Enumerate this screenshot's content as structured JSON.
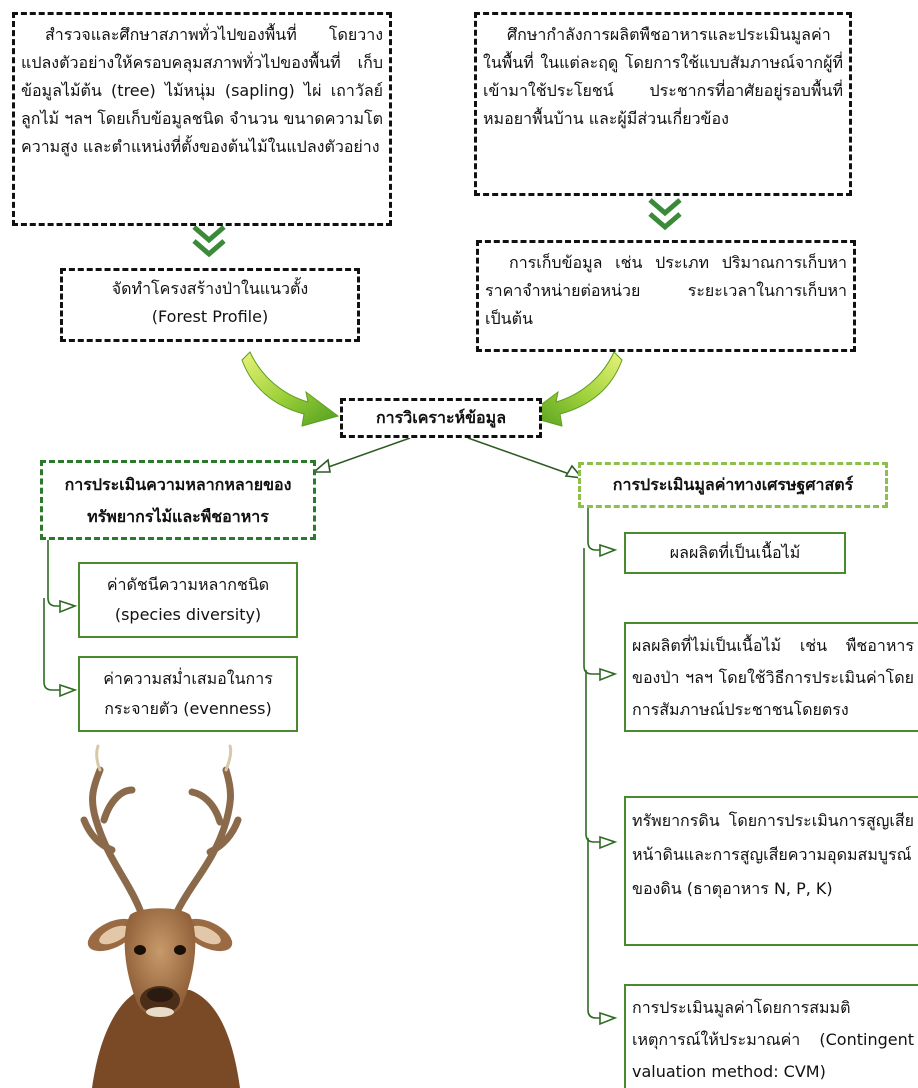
{
  "boxes": {
    "survey": "สำรวจและศึกษาสภาพทั่วไปของพื้นที่ โดยวางแปลงตัวอย่างให้ครอบคลุมสภาพทั่วไปของพื้นที่ เก็บข้อมูลไม้ต้น (tree) ไม้หนุ่ม (sapling) ไผ่ เถาวัลย์ ลูกไม้ ฯลฯ โดยเก็บข้อมูลชนิด จำนวน ขนาดความโต ความสูง และตำแหน่งที่ตั้งของต้นไม้ในแปลงตัวอย่าง",
    "production": "ศึกษากำลังการผลิตพืชอาหารและประเมินมูลค่าในพื้นที่ ในแต่ละฤดู โดยการใช้แบบสัมภาษณ์จากผู้ที่เข้ามาใช้ประโยชน์ ประชากรที่อาศัยอยู่รอบพื้นที่ หมอยาพื้นบ้าน และผู้มีส่วนเกี่ยวข้อง",
    "profile_line1": "จัดทำโครงสร้างป่าในแนวตั้ง",
    "profile_line2": "(Forest Profile)",
    "collection": "การเก็บข้อมูล เช่น ประเภท ปริมาณการเก็บหา ราคาจำหน่ายต่อหน่วย ระยะเวลาในการเก็บหา เป็นต้น",
    "analysis": "การวิเคราะห์ข้อมูล",
    "diversity_title_line1": "การประเมินความหลากหลายของ",
    "diversity_title_line2": "ทรัพยากรไม้และพืชอาหาร",
    "economic_title": "การประเมินมูลค่าทางเศรษฐศาสตร์",
    "species_line1": "ค่าดัชนีความหลากชนิด",
    "species_line2": "(species diversity)",
    "evenness_line1": "ค่าความสม่ำเสมอในการ",
    "evenness_line2": "กระจายตัว (evenness)",
    "wood": "ผลผลิตที่เป็นเนื้อไม้",
    "nonwood": "ผลผลิตที่ไม่เป็นเนื้อไม้ เช่น พืชอาหารของป่า ฯลฯ โดยใช้วิธีการประเมินค่าโดยการสัมภาษณ์ประชาชนโดยตรง",
    "soil": "ทรัพยากรดิน โดยการประเมินการสูญเสียหน้าดินและการสูญเสียความอุดมสมบูรณ์ของดิน (ธาตุอาหาร N, P, K)",
    "cvm": "การประเมินมูลค่าโดยการสมมติเหตุการณ์ให้ประมาณค่า (Contingent valuation method: CVM)"
  },
  "colors": {
    "dark_green": "#2a7a2a",
    "light_green": "#8cc04a",
    "arrow_green": "#6cbf2a",
    "chevron": "#3a8a3a"
  },
  "illustration": "deer"
}
